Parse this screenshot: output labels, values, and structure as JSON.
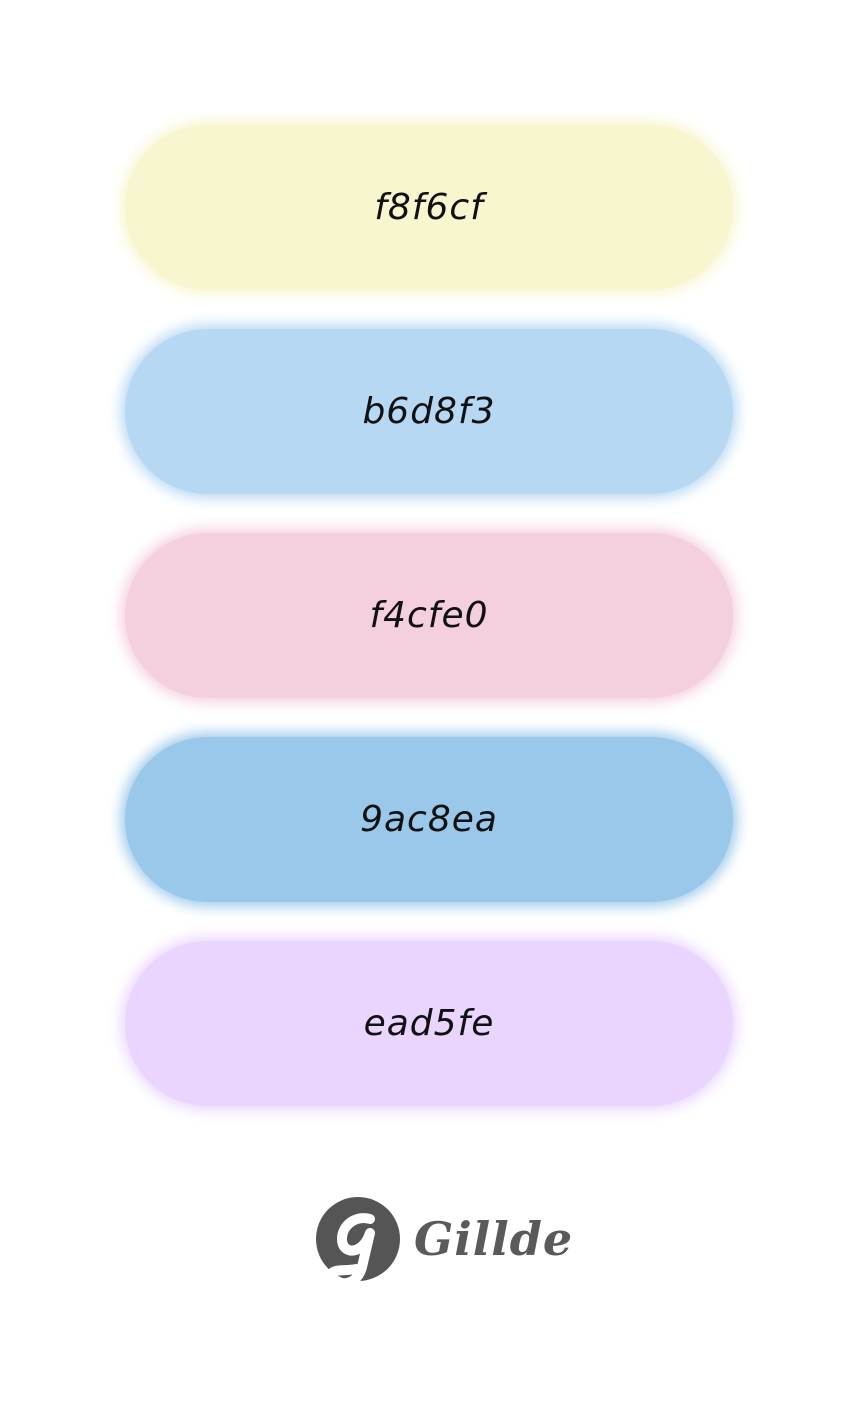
{
  "swatches": [
    {
      "label": "f8f6cf",
      "color": "#f8f6cf"
    },
    {
      "label": "b6d8f3",
      "color": "#b6d8f3"
    },
    {
      "label": "f4cfe0",
      "color": "#f4cfe0"
    },
    {
      "label": "9ac8ea",
      "color": "#9ac8ea"
    },
    {
      "label": "ead5fe",
      "color": "#ead5fe"
    }
  ],
  "brand": {
    "name": "Gillde",
    "mark_letter": "g",
    "mark_color": "#555555"
  }
}
